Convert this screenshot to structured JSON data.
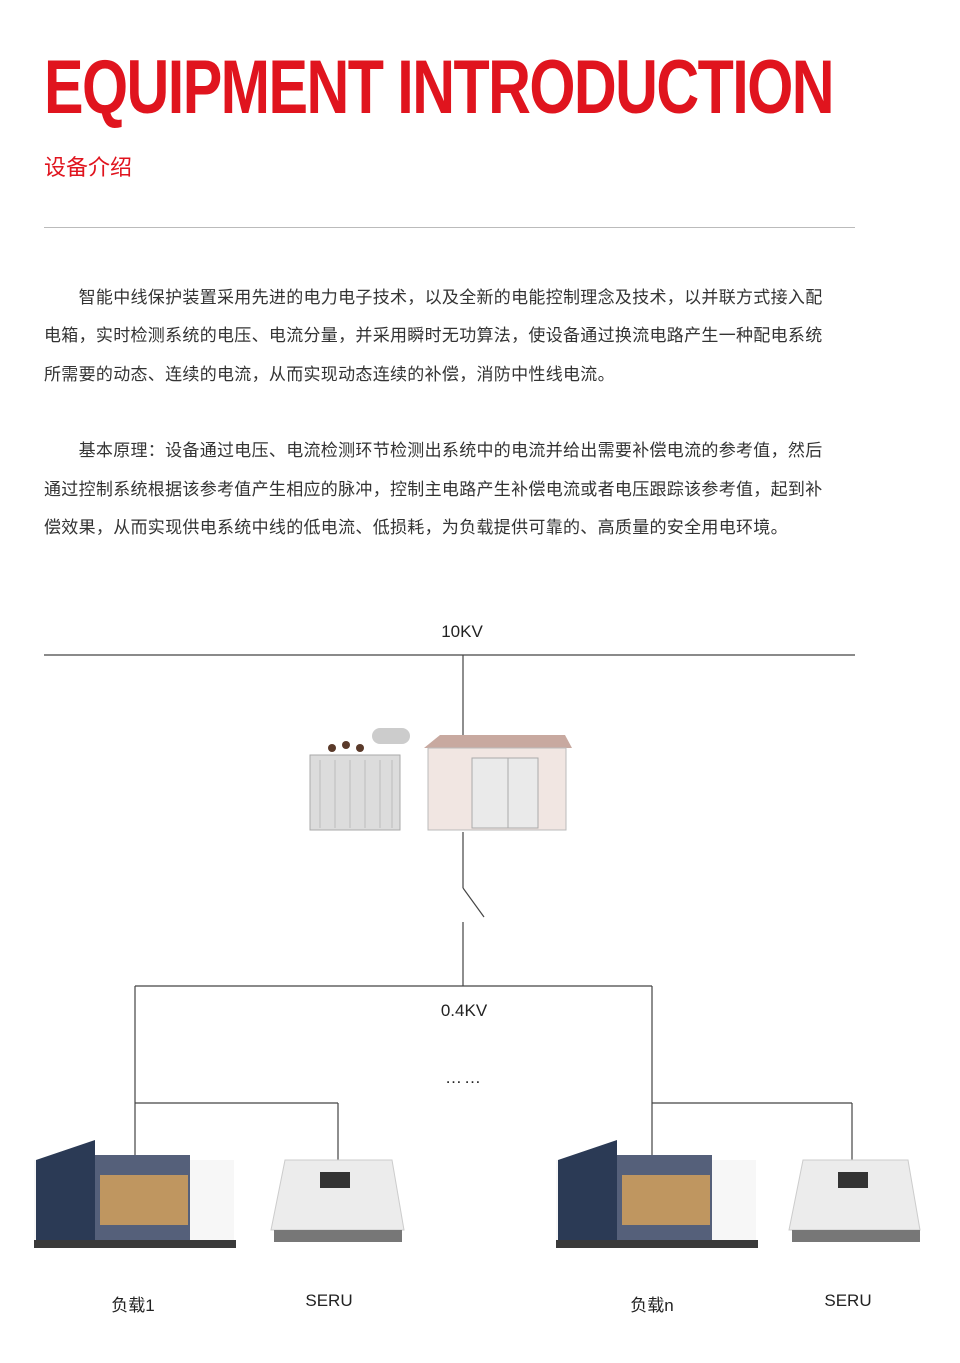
{
  "header": {
    "title": "EQUIPMENT INTRODUCTION",
    "subtitle": "设备介绍"
  },
  "paragraphs": [
    [
      "　　智能中线保护装置采用先进的电力电子技术，以及全新的电能控制理念及技术，以并联方式接入配",
      "电箱，实时检测系统的电压、电流分量，并采用瞬时无功算法，使设备通过换流电路产生一种配电系统",
      "所需要的动态、连续的电流，从而实现动态连续的补偿，消防中性线电流。"
    ],
    [
      "　　基本原理：设备通过电压、电流检测环节检测出系统中的电流并给出需要补偿电流的参考值，然后",
      "通过控制系统根据该参考值产生相应的脉冲，控制主电路产生补偿电流或者电压跟踪该参考值，起到补",
      "偿效果，从而实现供电系统中线的低电流、低损耗，为负载提供可靠的、高质量的安全用电环境。"
    ]
  ],
  "diagram": {
    "high_voltage": "10KV",
    "low_voltage": "0.4KV",
    "ellipsis": "……",
    "load1": "负载1",
    "seru1": "SERU",
    "loadn": "负载n",
    "seru2": "SERU"
  },
  "colors": {
    "accent": "#e0141e"
  }
}
